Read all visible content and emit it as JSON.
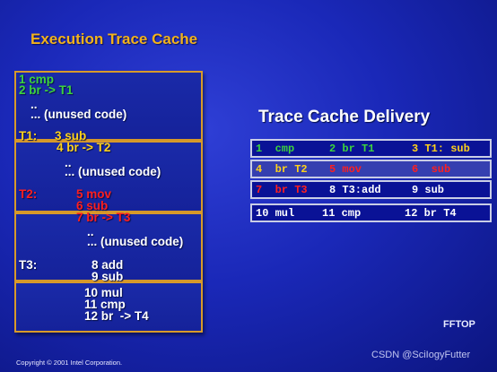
{
  "title": "Execution Trace Cache",
  "trace_cache": {
    "block1": [
      {
        "text": "1 cmp",
        "color": "green"
      },
      {
        "text": "2 br -> T1",
        "color": "green"
      },
      {
        "text": "..",
        "color": "white"
      },
      {
        "text": "... (unused code)",
        "color": "white"
      }
    ],
    "block2": [
      {
        "text": "T1:",
        "color": "yellow"
      },
      {
        "text": "3 sub",
        "color": "yellow"
      },
      {
        "text": "4 br -> T2",
        "color": "yellow"
      },
      {
        "text": "..",
        "color": "white"
      },
      {
        "text": "... (unused code)",
        "color": "white"
      }
    ],
    "block3": [
      {
        "text": "T2:",
        "color": "red"
      },
      {
        "text": "5 mov",
        "color": "red"
      },
      {
        "text": "6 sub",
        "color": "red"
      },
      {
        "text": "7 br -> T3",
        "color": "red"
      },
      {
        "text": "..",
        "color": "white"
      },
      {
        "text": "... (unused code)",
        "color": "white"
      }
    ],
    "block4": [
      {
        "text": "T3:",
        "color": "white"
      },
      {
        "text": "8 add",
        "color": "white"
      },
      {
        "text": "9 sub",
        "color": "white"
      },
      {
        "text": "10 mul",
        "color": "white"
      },
      {
        "text": "11 cmp",
        "color": "white"
      },
      {
        "text": "12 br  -> T4",
        "color": "white"
      }
    ]
  },
  "delivery": {
    "title": "Trace Cache Delivery",
    "rows": [
      [
        {
          "text": "1  cmp",
          "color": "green"
        },
        {
          "text": "2 br T1",
          "color": "green"
        },
        {
          "text": "3 T1: sub",
          "color": "yellow"
        }
      ],
      [
        {
          "text": "4  br T2",
          "color": "yellow"
        },
        {
          "text": "5 mov",
          "color": "red"
        },
        {
          "text": "6  sub",
          "color": "red"
        }
      ],
      [
        {
          "text": "7  br T3",
          "color": "red"
        },
        {
          "text": "8 T3:add",
          "color": "white"
        },
        {
          "text": "9 sub",
          "color": "white"
        }
      ],
      [
        {
          "text": "10 mul",
          "color": "white"
        },
        {
          "text": "11 cmp",
          "color": "white"
        },
        {
          "text": "12 br T4",
          "color": "white"
        }
      ]
    ]
  },
  "footer": "Copyright © 2001 Intel Corporation.",
  "watermark": "CSDN @SciIogyFutter",
  "logo": "FFTOP",
  "colors": {
    "green": "#3dd33d",
    "yellow": "#ffd21a",
    "red": "#ff1f1f",
    "white": "#ffffff",
    "title": "#f2b21c",
    "border": "#d89a2a"
  }
}
